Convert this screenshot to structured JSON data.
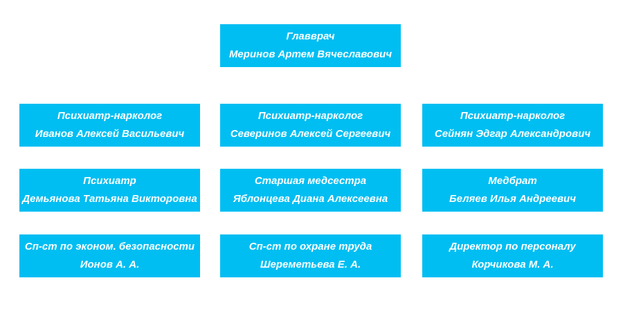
{
  "colors": {
    "page_bg": "#ffffff",
    "node_bg": "#00bef2",
    "node_text": "#ffffff"
  },
  "org_chart": {
    "root": {
      "role": "Главврач",
      "name": "Меринов Артем Вячеславович"
    },
    "rows": [
      {
        "nodes": [
          {
            "role": "Психиатр-нарколог",
            "name": "Иванов Алексей Васильевич"
          },
          {
            "role": "Психиатр-нарколог",
            "name": "Северинов Алексей Сергеевич"
          },
          {
            "role": "Психиатр-нарколог",
            "name": "Сейнян Эдгар Александрович"
          }
        ]
      },
      {
        "nodes": [
          {
            "role": "Психиатр",
            "name": "Демьянова Татьяна Викторовна"
          },
          {
            "role": "Старшая медсестра",
            "name": "Яблонцева Диана Алексеевна"
          },
          {
            "role": "Медбрат",
            "name": "Беляев Илья Андреевич"
          }
        ]
      },
      {
        "nodes": [
          {
            "role": "Сп-ст по эконом. безопасности",
            "name": "Ионов А. А."
          },
          {
            "role": "Сп-ст по охране труда",
            "name": "Шереметьева Е. А."
          },
          {
            "role": "Директор по персоналу",
            "name": "Корчикова М. А."
          }
        ]
      }
    ]
  }
}
